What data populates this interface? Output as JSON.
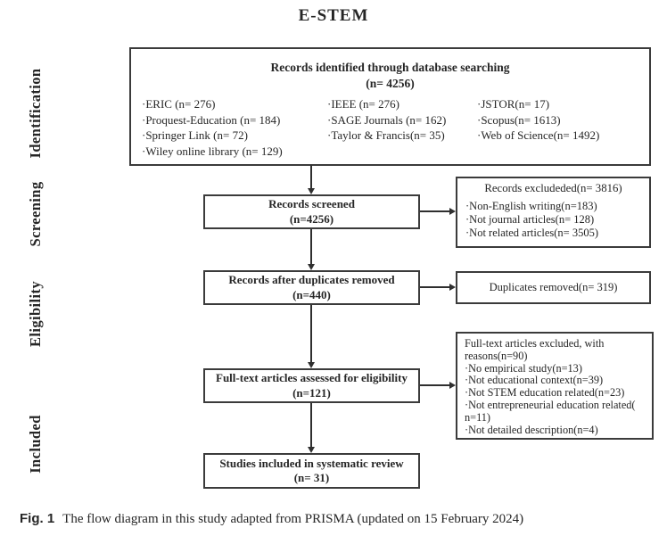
{
  "title": "E-STEM",
  "stages": [
    {
      "label": "Identification"
    },
    {
      "label": "Screening"
    },
    {
      "label": "Eligibility"
    },
    {
      "label": "Included"
    }
  ],
  "boxes": {
    "identified": {
      "heading_line1": "Records identified through database searching",
      "heading_line2": "(n= 4256)",
      "columns": [
        [
          "·ERIC (n= 276)",
          "·Proquest-Education (n= 184)",
          "·Springer Link (n= 72)",
          "·Wiley online library (n= 129)"
        ],
        [
          "·IEEE (n= 276)",
          "·SAGE Journals (n= 162)",
          "·Taylor & Francis(n= 35)"
        ],
        [
          "·JSTOR(n= 17)",
          "·Scopus(n= 1613)",
          "·Web of Science(n= 1492)"
        ]
      ]
    },
    "screened": {
      "line1": "Records screened",
      "line2": "(n=4256)"
    },
    "records_excluded": {
      "heading": "Records excludeded(n= 3816)",
      "items": [
        "·Non-English writing(n=183)",
        "·Not journal articles(n= 128)",
        "·Not related articles(n= 3505)"
      ]
    },
    "after_duplicates": {
      "line1": "Records after duplicates removed",
      "line2": "(n=440)"
    },
    "duplicates_removed": {
      "text": "Duplicates removed(n= 319)"
    },
    "fulltext_assessed": {
      "line1": "Full-text articles assessed for eligibility",
      "line2": "(n=121)"
    },
    "fulltext_excluded": {
      "heading": "Full-text articles excluded, with reasons(n=90)",
      "items": [
        "·No empirical study(n=13)",
        "·Not educational context(n=39)",
        "·Not STEM education related(n=23)",
        "·Not entrepreneurial education related( n=11)",
        "·Not detailed description(n=4)"
      ]
    },
    "included": {
      "line1": "Studies included in systematic review",
      "line2": "(n= 31)"
    }
  },
  "caption": {
    "label": "Fig. 1",
    "text": "The flow diagram in this study adapted from PRISMA (updated on 15 February 2024)"
  },
  "colors": {
    "ink": "#262626",
    "border": "#3b3b3b"
  }
}
